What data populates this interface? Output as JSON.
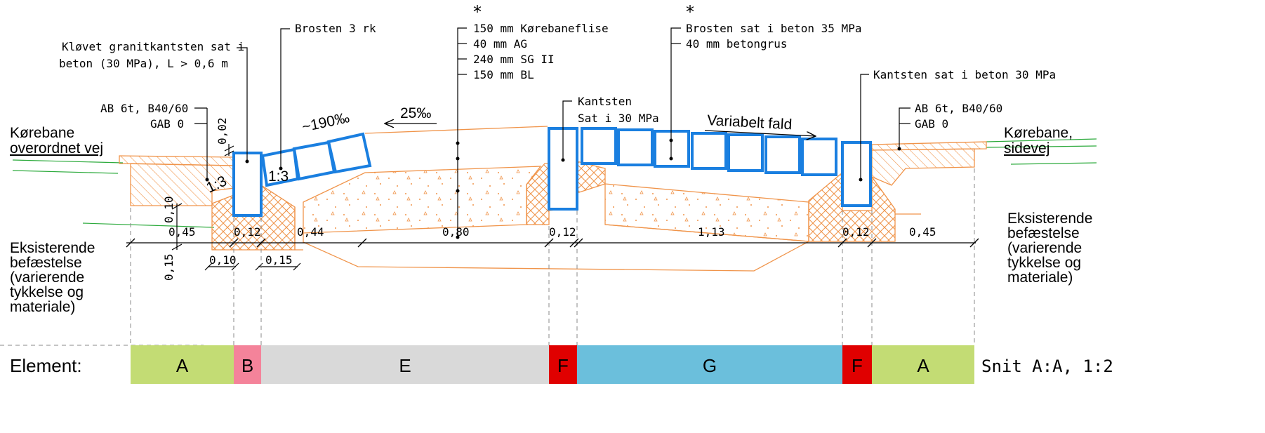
{
  "labels": {
    "star1": "*",
    "star2": "*",
    "granit1": "Kløvet granitkantsten sat i",
    "granit2": "beton (30 MPa), L > 0,6 m",
    "brosten3": "Brosten 3 rk",
    "layer1": "150 mm Kørebaneflise",
    "layer2": "40 mm AG",
    "layer3": "240 mm SG II",
    "layer4": "150 mm BL",
    "brosten35_1": "Brosten sat i beton 35 MPa",
    "brosten35_2": "40 mm betongrus",
    "kantsten30": "Kantsten sat i beton 30 MPa",
    "ab_left1": "AB 6t, B40/60",
    "ab_left2": "GAB 0",
    "ab_right1": "AB 6t, B40/60",
    "ab_right2": "GAB 0",
    "kantsten_mid1": "Kantsten",
    "kantsten_mid2": "Sat i 30 MPa",
    "slope190": "~190‰",
    "slope25": "25‰",
    "variabelt": "Variabelt fald",
    "ratio1": "1:3",
    "ratio2": "1:3",
    "korebane_left1": "Kørebane",
    "korebane_left2": "overordnet vej",
    "korebane_right1": "Kørebane,",
    "korebane_right2": "sidevej",
    "eks_left": [
      "Eksisterende",
      "befæstelse",
      "(varierende",
      "tykkelse og",
      "materiale)"
    ],
    "eks_right": [
      "Eksisterende",
      "befæstelse",
      "(varierende",
      "tykkelse og",
      "materiale)"
    ],
    "vdim_002": "0,02",
    "vdim_010": "0,10",
    "vdim_015": "0,15",
    "hdim_010": "0,10",
    "hdim_015": "0,15"
  },
  "dimensions": [
    "0,45",
    "0,12",
    "0,44",
    "0,80",
    "0,12",
    "1,13",
    "0,12",
    "0,45"
  ],
  "elements": {
    "label": "Element:",
    "bands": [
      {
        "letter": "A",
        "color": "#c3dc74"
      },
      {
        "letter": "B",
        "color": "#f4839a"
      },
      {
        "letter": "E",
        "color": "#d9d9d9"
      },
      {
        "letter": "F",
        "color": "#e00000"
      },
      {
        "letter": "G",
        "color": "#6bbfdc"
      },
      {
        "letter": "F",
        "color": "#e00000"
      },
      {
        "letter": "A",
        "color": "#c3dc74"
      }
    ]
  },
  "snit": "Snit A:A, 1:2",
  "colors": {
    "stone": "#1a7fe0",
    "fill": "#f0944a",
    "ground": "#2caa3c",
    "dim": "#000000"
  }
}
